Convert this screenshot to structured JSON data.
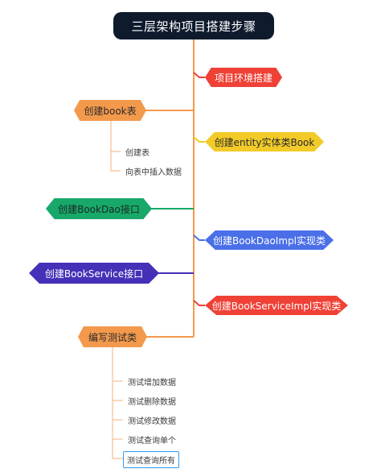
{
  "diagram": {
    "root": "三层架构项目搭建步骤",
    "right_branches": [
      "项目环境搭建",
      "创建entity实体类Book",
      "创建BookDaoImpl实现类",
      "创建BookServiceImpl实现类"
    ],
    "left_branches": [
      {
        "label": "创建book表",
        "children": [
          "创建表",
          "向表中插入数据"
        ]
      },
      {
        "label": "创建BookDao接口",
        "children": []
      },
      {
        "label": "创建BookService接口",
        "children": []
      },
      {
        "label": "编写测试类",
        "children": [
          "测试增加数据",
          "测试删除数据",
          "测试修改数据",
          "测试查询单个",
          "测试查询所有"
        ]
      }
    ]
  },
  "colors": {
    "root": "#0f1b2d",
    "trunk": "#f3994c",
    "orange": "#f3994c",
    "red": "#ef4136",
    "yellow": "#f2cb28",
    "green": "#17a86a",
    "blue": "#4a6fe8",
    "indigo": "#4531b8",
    "selection": "#2d9bf0"
  }
}
